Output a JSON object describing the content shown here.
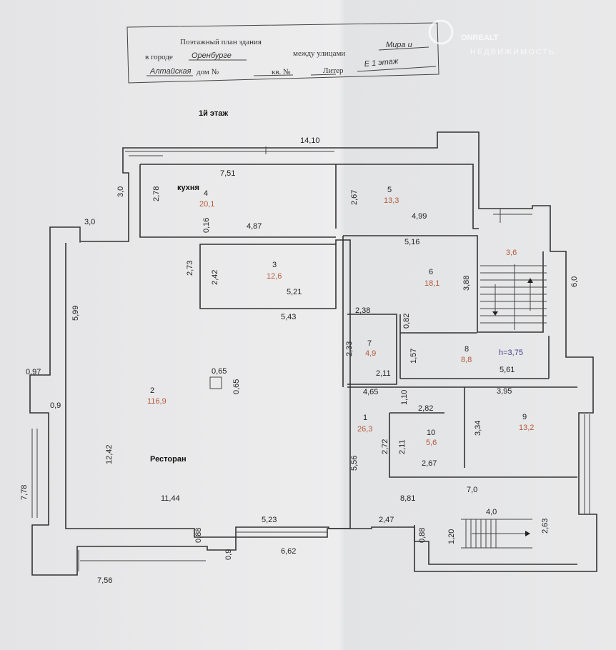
{
  "title_block": {
    "title": "Поэтажный план здания",
    "city_label": "в городе",
    "city": "Оренбурге",
    "streets_label": "между улицами",
    "street1": "Мира и",
    "street2": "Алтайская",
    "house_label": "дом №",
    "apt_label": "кв. №",
    "liter_label": "Литер",
    "liter": "Е 1 этаж"
  },
  "watermark": {
    "brand": "ONREALT",
    "sub": "НЕДВИЖИМОСТЬ"
  },
  "heading": "1й этаж",
  "restaurant_label": "Ресторан",
  "kitchen_label": "кухня",
  "ceiling_height": "h=3,75",
  "rooms": [
    {
      "num": "1",
      "area": "26,3"
    },
    {
      "num": "2",
      "area": "116,9"
    },
    {
      "num": "3",
      "area": "12,6"
    },
    {
      "num": "4",
      "area": "20,1"
    },
    {
      "num": "5",
      "area": "13,3"
    },
    {
      "num": "6",
      "area": "18,1"
    },
    {
      "num": "7",
      "area": "4,9"
    },
    {
      "num": "8",
      "area": "8,8"
    },
    {
      "num": "9",
      "area": "13,2"
    },
    {
      "num": "10",
      "area": "5,6"
    },
    {
      "num": "",
      "area": "3,6"
    }
  ],
  "dimensions": {
    "horizontal": [
      "14,10",
      "7,51",
      "4,99",
      "3,0",
      "4,87",
      "5,16",
      "5,21",
      "5,43",
      "2,38",
      "2,11",
      "5,61",
      "0,97",
      "0,65",
      "4,65",
      "3,95",
      "0,9",
      "2,82",
      "2,67",
      "7,0",
      "8,81",
      "11,44",
      "4,0",
      "5,23",
      "2,47",
      "6,62",
      "7,56",
      "0,16"
    ],
    "vertical": [
      "2,78",
      "3,0",
      "2,67",
      "6,0",
      "2,73",
      "2,42",
      "3,88",
      "5,99",
      "0,82",
      "2,33",
      "1,57",
      "0,65",
      "1,10",
      "3,34",
      "2,72",
      "2,11",
      "12,42",
      "5,56",
      "7,78",
      "2,63",
      "0,88",
      "1,20",
      "0,88",
      "0,9"
    ]
  }
}
